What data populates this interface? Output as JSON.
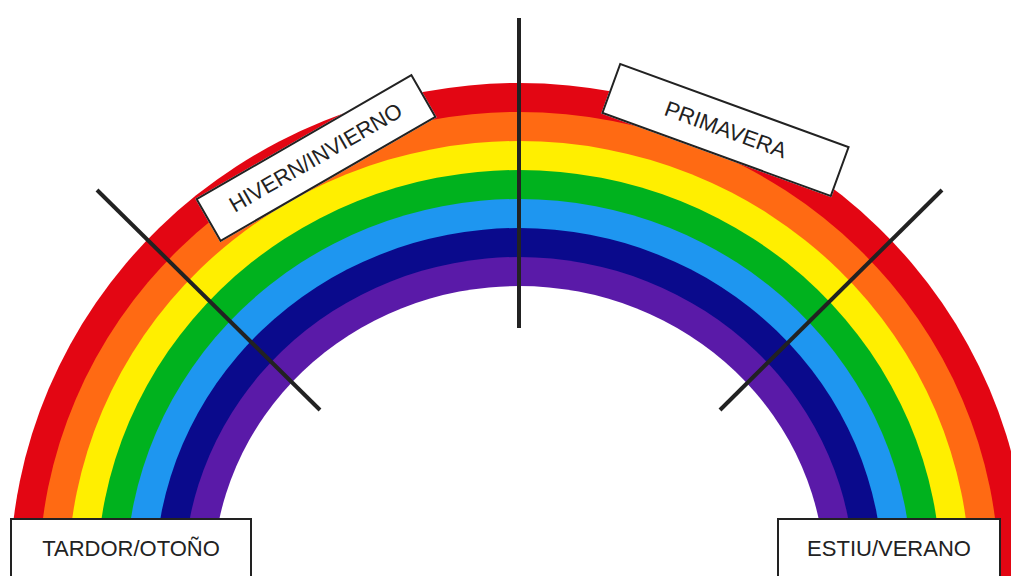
{
  "diagram": {
    "nodes": [
      {
        "text": [
          "HIVERN/INVIERNO"
        ]
      },
      {
        "text": [
          "PRIMAVERA"
        ]
      },
      {
        "text": [
          "TARDOR/OTOÑO"
        ]
      },
      {
        "text": [
          "ESTIU/VERANO"
        ]
      }
    ]
  }
}
